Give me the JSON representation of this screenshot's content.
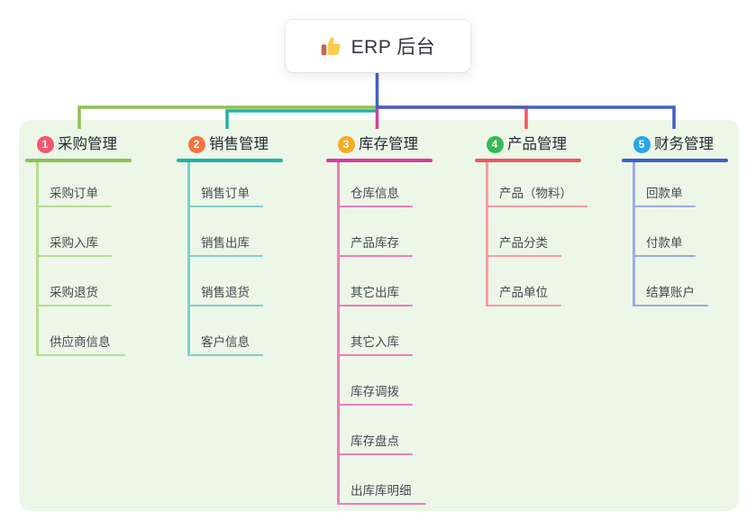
{
  "root": {
    "title": "ERP 后台",
    "icon": "thumbs-up-icon",
    "stem_color": "#5a69ce"
  },
  "panel": {
    "bg_color": "#ecf7e8"
  },
  "branches": [
    {
      "badge": "1",
      "label": "采购管理",
      "badge_color": "#f3556f",
      "accent_color": "#8cc152",
      "light_color": "#b7dc93",
      "children": [
        "采购订单",
        "采购入库",
        "采购退货",
        "供应商信息"
      ]
    },
    {
      "badge": "2",
      "label": "销售管理",
      "badge_color": "#f37440",
      "accent_color": "#1eb2a6",
      "light_color": "#7fd0c9",
      "children": [
        "销售订单",
        "销售出库",
        "销售退货",
        "客户信息"
      ]
    },
    {
      "badge": "3",
      "label": "库存管理",
      "badge_color": "#f6ab27",
      "accent_color": "#d93a9f",
      "light_color": "#ee7cbd",
      "children": [
        "仓库信息",
        "产品库存",
        "其它出库",
        "其它入库",
        "库存调拨",
        "库存盘点",
        "出库库明细"
      ]
    },
    {
      "badge": "4",
      "label": "产品管理",
      "badge_color": "#36b857",
      "accent_color": "#f4545d",
      "light_color": "#f79ba1",
      "children": [
        "产品（物料）",
        "产品分类",
        "产品单位"
      ]
    },
    {
      "badge": "5",
      "label": "财务管理",
      "badge_color": "#2aa5ea",
      "accent_color": "#3f5fc5",
      "light_color": "#9dabe3",
      "children": [
        "回款单",
        "付款单",
        "结算账户"
      ]
    }
  ]
}
